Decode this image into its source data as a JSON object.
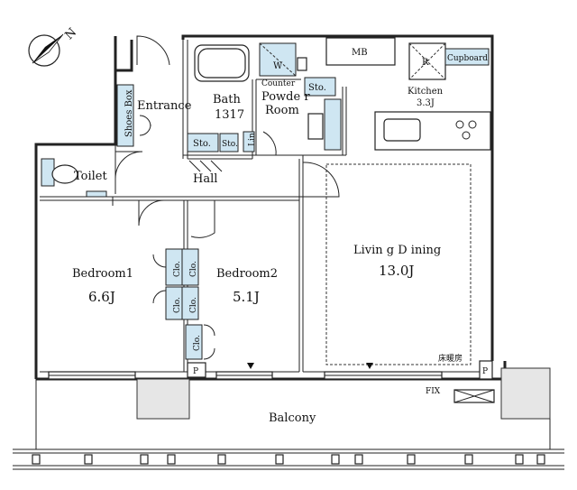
{
  "compass": {
    "north": "N"
  },
  "rooms": {
    "mb": "MB",
    "cupboard": "Cupboard",
    "r": "R",
    "w": "W",
    "counter": "Counter",
    "kitchen": "Kitchen",
    "kitchen_area": "3.3J",
    "entrance": "Entrance",
    "shoes_box": "Shoes Box",
    "bath": "Bath",
    "bath_size": "1317",
    "powder_room": "Powde r\nRoom",
    "sto_bath": "Sto.",
    "sto_small": "Sto.",
    "sto_kitchen": "Sto.",
    "lin": "Lin",
    "toilet": "Toilet",
    "hall": "Hall",
    "bedroom1": "Bedroom1",
    "bedroom1_area": "6.6J",
    "bedroom2": "Bedroom2",
    "bedroom2_area": "5.1J",
    "clo_a": "Clo.",
    "clo_b": "Clo.",
    "clo_c": "Clo.",
    "clo_d": "Clo.",
    "clo_e": "Clo.",
    "living_dining": "Livin g D ining",
    "living_area": "13.0J",
    "floor_heating": "床暖房",
    "p1": "P",
    "p2": "P",
    "fix": "FIX",
    "balcony": "Balcony"
  }
}
